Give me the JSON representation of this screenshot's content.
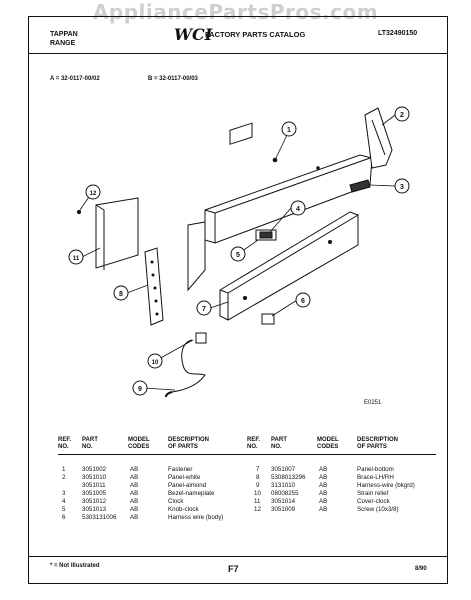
{
  "watermark": "AppliancePartsPros.com",
  "header": {
    "brand_line1": "TAPPAN",
    "brand_line2": "RANGE",
    "logo": "WCI",
    "catalog_title": "FACTORY PARTS CATALOG",
    "catalog_number": "LT32490150",
    "model_a": "A = 32-0117-00/02",
    "model_b": "B = 32-0117-00/03"
  },
  "diagram": {
    "code": "E0251",
    "callouts": [
      "1",
      "2",
      "3",
      "4",
      "5",
      "6",
      "7",
      "8",
      "9",
      "10",
      "11",
      "12"
    ]
  },
  "table": {
    "headers": {
      "ref": "REF.\nNO.",
      "part": "PART\nNO.",
      "model": "MODEL\nCODES",
      "desc": "DESCRIPTION\nOF PARTS"
    },
    "left_rows": [
      {
        "ref": "1",
        "part": "3051002",
        "model": "AB",
        "desc": "Fastener"
      },
      {
        "ref": "2",
        "part": "3051010",
        "model": "AB",
        "desc": "Panel-white"
      },
      {
        "ref": "",
        "part": "3051011",
        "model": "AB",
        "desc": "Panel-almond"
      },
      {
        "ref": "3",
        "part": "3051005",
        "model": "AB",
        "desc": "Bezel-nameplate"
      },
      {
        "ref": "4",
        "part": "3051012",
        "model": "AB",
        "desc": "Clock"
      },
      {
        "ref": "5",
        "part": "3051013",
        "model": "AB",
        "desc": "Knob-clock"
      },
      {
        "ref": "6",
        "part": "5303131006",
        "model": "AB",
        "desc": "Harness wire (body)"
      }
    ],
    "right_rows": [
      {
        "ref": "7",
        "part": "3051007",
        "model": "AB",
        "desc": "Panel-bottom"
      },
      {
        "ref": "8",
        "part": "5308013296",
        "model": "AB",
        "desc": "Brace-LH/RH"
      },
      {
        "ref": "9",
        "part": "3131010",
        "model": "AB",
        "desc": "Harness-wire (bkgrd)"
      },
      {
        "ref": "10",
        "part": "08008255",
        "model": "AB",
        "desc": "Strain relief"
      },
      {
        "ref": "11",
        "part": "3051014",
        "model": "AB",
        "desc": "Cover-clock"
      },
      {
        "ref": "12",
        "part": "3051009",
        "model": "AB",
        "desc": "Screw (10x3/8)"
      }
    ]
  },
  "footer": {
    "note": "* = Not Illustrated",
    "page": "F7",
    "date": "8/90"
  }
}
